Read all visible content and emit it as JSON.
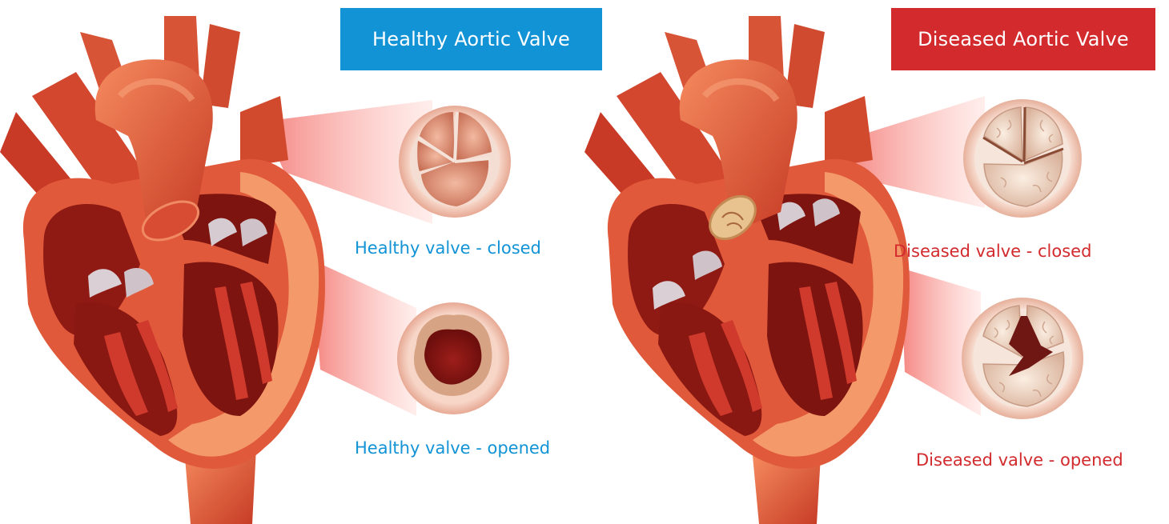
{
  "colors": {
    "healthy_accent": "#1293d6",
    "diseased_accent": "#d22a2d",
    "heart_dark": "#8e1a14",
    "heart_mid": "#d24a2e",
    "heart_light": "#f59060",
    "valve_rim": "#f4c6b4",
    "valve_healthy_leaflet": "#d98468",
    "valve_diseased_leaflet": "#f1d9c6"
  },
  "healthy": {
    "title": "Healthy Aortic Valve",
    "closed_caption": "Healthy valve - closed",
    "opened_caption": "Healthy valve - opened",
    "illustration": "heart-cross-section-icon",
    "valve_closed_icon": "tricuspid-valve-closed-icon",
    "valve_opened_icon": "tricuspid-valve-opened-icon"
  },
  "diseased": {
    "title": "Diseased Aortic Valve",
    "closed_caption": "Diseased valve - closed",
    "opened_caption": "Diseased valve - opened",
    "illustration": "heart-cross-section-icon",
    "valve_closed_icon": "calcified-valve-closed-icon",
    "valve_opened_icon": "calcified-valve-opened-icon"
  }
}
